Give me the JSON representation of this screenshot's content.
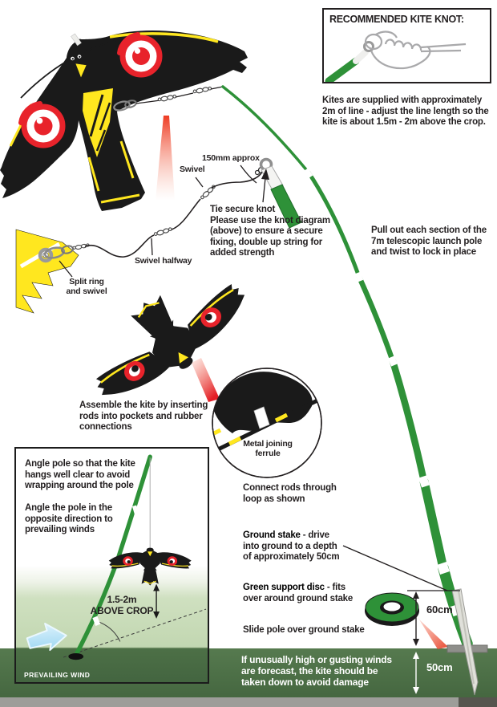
{
  "colors": {
    "pole_green": "#2e9138",
    "ground_green": "#4d7046",
    "crop_green": "#cfe0c0",
    "kite_yellow": "#ffe71f",
    "eye_red": "#e8232b",
    "beam_salmon": "#f2664a",
    "wind_blue": "#b5e3f8",
    "grey_strip": "#9d9d99",
    "text_dark": "#231f20"
  },
  "knot_box": {
    "title": "RECOMMENDED KITE KNOT:"
  },
  "intro": {
    "text": "Kites are supplied with approximately\n2m of line - adjust the line length so the\nkite is about 1.5m - 2m above the crop."
  },
  "line_labels": {
    "len150": "150mm approx",
    "swivel": "Swivel",
    "swivel_halfway": "Swivel halfway",
    "split_ring": "Split ring\nand swivel",
    "tie_knot": "Tie secure knot\nPlease use the knot diagram\n(above) to ensure a secure\nfixing, double up string for\nadded strength"
  },
  "pole": {
    "pull_out": "Pull out each section of the\n7m telescopic launch pole\nand twist to lock in place"
  },
  "assembly": {
    "assemble": "Assemble the kite by inserting\nrods into pockets and rubber\nconnections",
    "ferrule": "Metal joining\nferrule",
    "connect": "Connect rods through\nloop as shown"
  },
  "ground": {
    "stake_lead": "Ground stake",
    "stake_rest": " - drive\ninto ground to a depth\nof approximately 50cm",
    "disc_lead": "Green support disc",
    "disc_rest": " - fits\nover around ground stake",
    "slide": "Slide pole over ground stake",
    "winds": "If unusually high or gusting winds\nare forecast, the kite should be\ntaken down to avoid damage",
    "depth_above": "60cm",
    "depth_below": "50cm"
  },
  "angle_box": {
    "line1": "Angle pole so that the kite\nhangs well clear to avoid\nwrapping around the pole",
    "line2": "Angle the pole in the\nopposite direction to\nprevailing winds",
    "above_crop": "1.5-2m\nABOVE CROP",
    "prevailing_wind": "PREVAILING WIND"
  }
}
